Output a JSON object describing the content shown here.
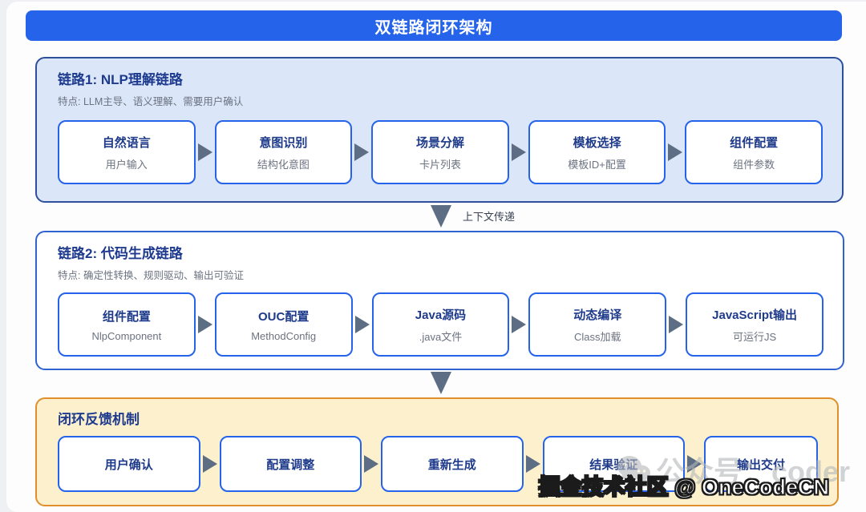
{
  "page": {
    "title": "双链路闭环架构"
  },
  "colors": {
    "header_blue": "#2563eb",
    "panel1_fill": "#dbe7f8",
    "panel1_border": "#2d4f9c",
    "panel2_border": "#2f63d2",
    "panel3_fill": "#fcf1cc",
    "panel3_border": "#de8f2b",
    "node_border": "#2563eb",
    "title_navy": "#1e3a8a",
    "subtitle_gray": "#6b7280",
    "arrow_gray": "#5d6e84"
  },
  "sections": [
    {
      "title": "链路1: NLP理解链路",
      "subtitle": "特点: LLM主导、语义理解、需要用户确认",
      "boxes": [
        {
          "title": "自然语言",
          "subtitle": "用户输入"
        },
        {
          "title": "意图识别",
          "subtitle": "结构化意图"
        },
        {
          "title": "场景分解",
          "subtitle": "卡片列表"
        },
        {
          "title": "模板选择",
          "subtitle": "模板ID+配置"
        },
        {
          "title": "组件配置",
          "subtitle": "组件参数"
        }
      ]
    },
    {
      "title": "链路2: 代码生成链路",
      "subtitle": "特点: 确定性转换、规则驱动、输出可验证",
      "boxes": [
        {
          "title": "组件配置",
          "subtitle": "NlpComponent"
        },
        {
          "title": "OUC配置",
          "subtitle": "MethodConfig"
        },
        {
          "title": "Java源码",
          "subtitle": ".java文件"
        },
        {
          "title": "动态编译",
          "subtitle": "Class加载"
        },
        {
          "title": "JavaScript输出",
          "subtitle": "可运行JS"
        }
      ]
    },
    {
      "title": "闭环反馈机制",
      "boxes": [
        {
          "title": "用户确认"
        },
        {
          "title": "配置调整"
        },
        {
          "title": "重新生成"
        },
        {
          "title": "结果验证"
        },
        {
          "title": "输出交付"
        }
      ]
    }
  ],
  "connectors": {
    "context_label": "上下文传递"
  },
  "watermark": {
    "main": "掘金技术社区 @ OneCodeCN",
    "faint": "公众号：coder"
  }
}
